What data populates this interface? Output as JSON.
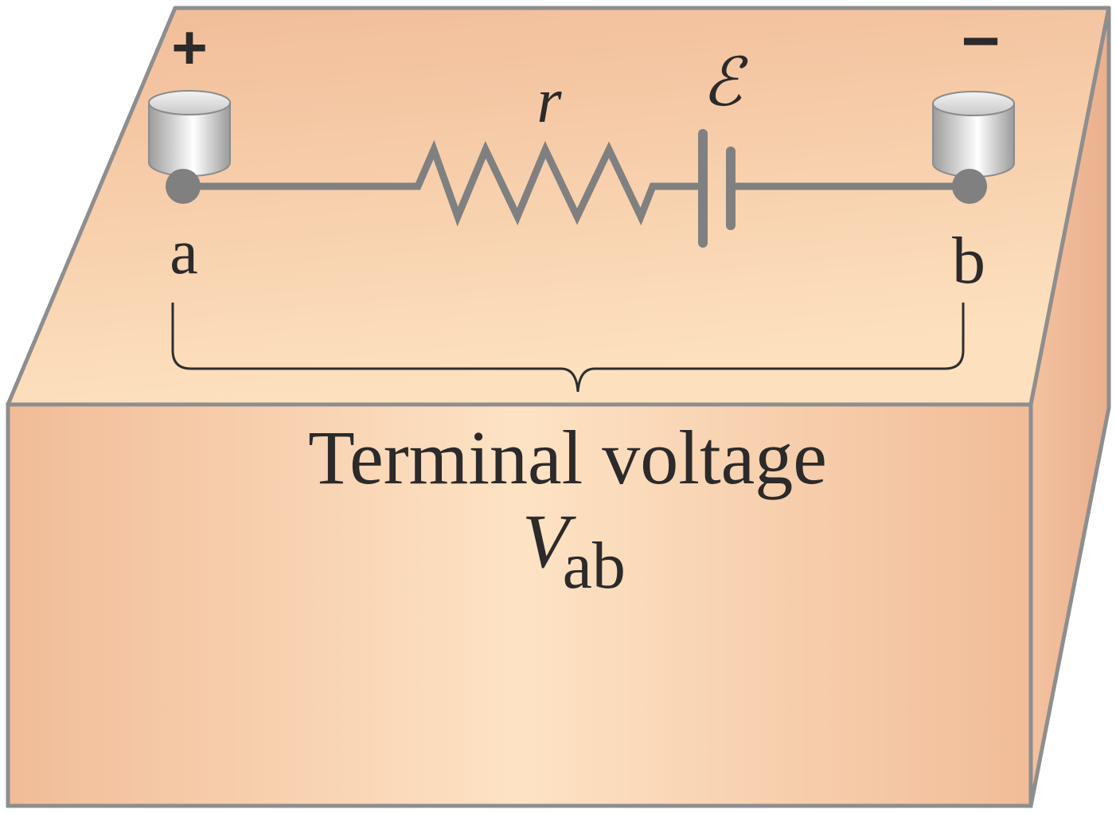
{
  "terminals": {
    "positive_sign": "+",
    "negative_sign": "−",
    "a_label": "a",
    "b_label": "b"
  },
  "components": {
    "resistor_label": "r",
    "emf_label": "ℰ"
  },
  "annotation": {
    "title": "Terminal voltage",
    "symbol_main": "V",
    "symbol_subscript": "ab"
  },
  "colors": {
    "box_outline": "#8e8e8e",
    "wire": "#808080",
    "text": "#2c2a2a",
    "box_light": "#fde3c4",
    "box_dark": "#f1bc98"
  }
}
